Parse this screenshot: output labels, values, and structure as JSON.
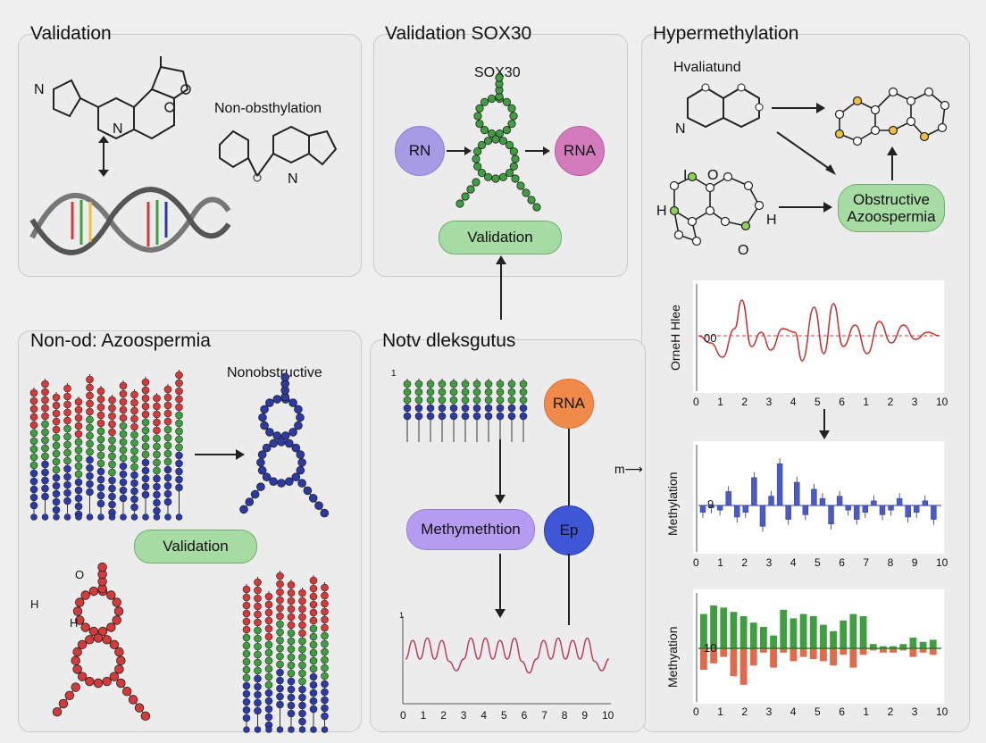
{
  "panels": {
    "validation": {
      "title": "Validation",
      "label_right": "Non-obsthylation",
      "label_n": "N",
      "label_n2": "N",
      "label_n3": "N"
    },
    "sox30": {
      "title": "Validation SOX30",
      "top_label": "SOX30",
      "left_circle": "RN",
      "right_circle": "RNA",
      "pill": "Validation"
    },
    "hyper": {
      "title": "Hypermethylation",
      "top_label": "Hvaliatund",
      "label_n": "N",
      "label_h": "H",
      "label_h2": "H",
      "label_i": "I",
      "label_o": "O",
      "label_o2": "O",
      "pill": "Obstructive Azoospermia"
    },
    "non_od": {
      "title": "Non-od: Azoospermia",
      "label_right": "Nonobstructive",
      "pill": "Validation",
      "label_h": "H",
      "label_h2": "H",
      "label_o": "O"
    },
    "notv": {
      "title": "Notv dleksgutus",
      "circle_rna": "RNA",
      "pill": "Methymethtion",
      "circle_ep": "Ep",
      "tick_top": "1",
      "arrow_label": "m"
    }
  },
  "colors": {
    "red": "#d43a3a",
    "green": "#3f9e3f",
    "blue": "#2c3aa8",
    "purple": "#a79be6",
    "pink": "#d37bbd",
    "orange": "#f08a4a",
    "epblue": "#3f56d6",
    "lavender": "#b59cf0",
    "pillgreen": "#a7dba4"
  },
  "chart_data": [
    {
      "type": "line",
      "name": "top-right",
      "ylabel": "OrneH Hlee",
      "ytick": "00",
      "x_ticks": [
        "0",
        "1",
        "2",
        "3",
        "4",
        "5",
        "6",
        "1",
        "2",
        "3",
        "10"
      ],
      "x": [
        0,
        0.5,
        1,
        1.5,
        1.8,
        2.2,
        2.6,
        3,
        3.5,
        4,
        4.3,
        4.8,
        5.2,
        5.6,
        6,
        6.5,
        7,
        7.5,
        8,
        8.5,
        9,
        9.5,
        10
      ],
      "values": [
        0,
        -0.2,
        -0.6,
        0.2,
        1.0,
        -0.3,
        0.1,
        -0.4,
        0.2,
        0.1,
        -0.7,
        0.8,
        -0.5,
        0.9,
        -0.3,
        0.3,
        -0.5,
        0.4,
        -0.2,
        0.3,
        -0.1,
        0.1,
        0
      ]
    },
    {
      "type": "bar",
      "name": "middle-right",
      "ylabel": "Methylation",
      "ytick": "9",
      "x_ticks": [
        "0",
        "1",
        "2",
        "3",
        "4",
        "5",
        "6",
        "7",
        "8",
        "9",
        "10"
      ],
      "values": [
        -0.3,
        -0.1,
        -0.2,
        0.6,
        -0.5,
        -0.3,
        1.2,
        -0.9,
        0.4,
        1.8,
        -0.6,
        1.0,
        -0.4,
        0.7,
        0.3,
        -0.8,
        0.4,
        -0.2,
        -0.6,
        -0.3,
        0.2,
        -0.4,
        -0.2,
        0.3,
        -0.5,
        -0.3,
        0.2,
        -0.6
      ]
    },
    {
      "type": "bar",
      "name": "bottom-right",
      "ylabel": "Methyation",
      "ytick": "10",
      "x_ticks": [
        "0",
        "1",
        "2",
        "3",
        "4",
        "5",
        "6",
        "1",
        "2",
        "3",
        "10"
      ],
      "positive": [
        1.6,
        2.0,
        1.9,
        1.7,
        1.5,
        1.2,
        1.0,
        0.6,
        1.8,
        1.4,
        1.6,
        1.5,
        1.1,
        0.8,
        1.3,
        1.6,
        1.5,
        0.2,
        0.1,
        0.1,
        0.2,
        0.5,
        0.3,
        0.4
      ],
      "negative": [
        -1.0,
        -0.7,
        -0.4,
        -1.3,
        -1.7,
        -0.8,
        -0.2,
        -0.9,
        -0.2,
        -0.6,
        -0.4,
        -0.5,
        -0.6,
        -0.8,
        -0.3,
        -0.9,
        -0.3,
        -0.1,
        -0.2,
        -0.2,
        -0.1,
        -0.4,
        -0.2,
        -0.3
      ]
    },
    {
      "type": "line",
      "name": "bottom-middle",
      "x_ticks": [
        "0",
        "1",
        "2",
        "3",
        "4",
        "5",
        "6",
        "7",
        "8",
        "9",
        "10"
      ],
      "ytick": "1",
      "values": [
        0,
        0.8,
        0,
        0.9,
        0,
        0.8,
        -0.1,
        -0.5,
        0,
        0.9,
        0,
        0.9,
        0,
        0.8,
        0,
        0.9,
        -0.1,
        -0.6,
        0,
        0.8,
        0,
        0.9,
        0,
        0.8,
        0,
        0.9,
        -0.1,
        -0.5,
        0
      ]
    }
  ]
}
